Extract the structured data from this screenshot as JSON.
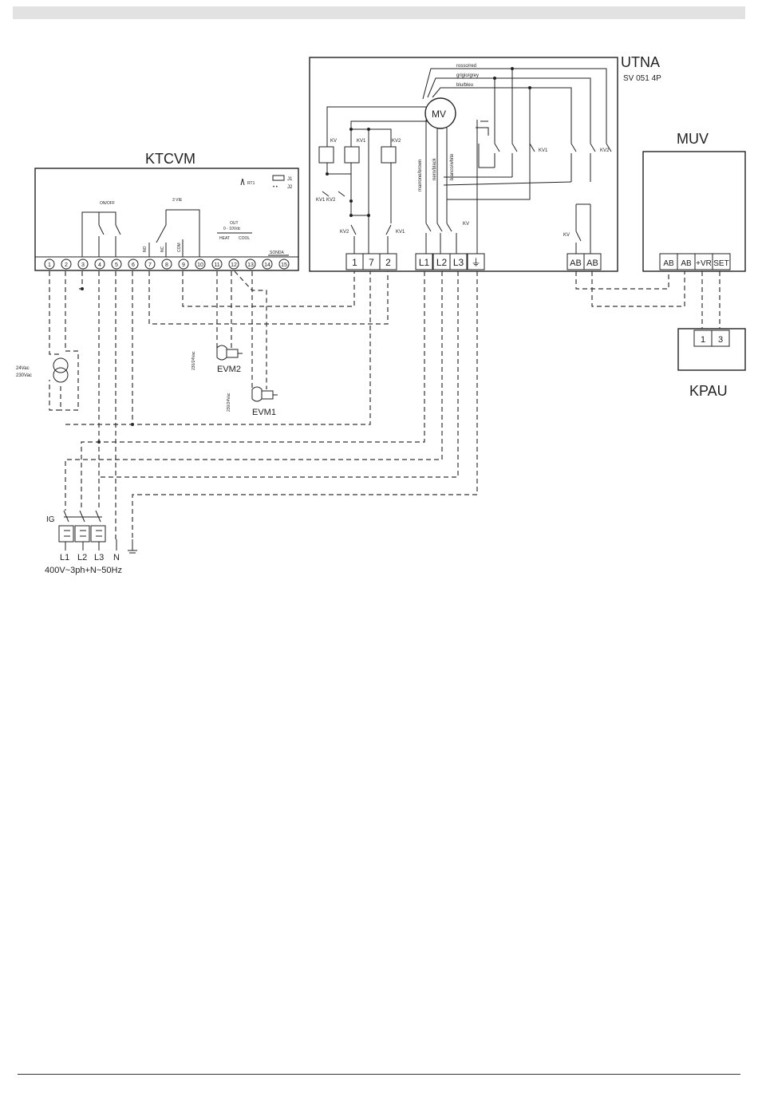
{
  "diagram": {
    "ktcvm": {
      "title": "KTCVM",
      "terminals": [
        "1",
        "2",
        "3",
        "4",
        "5",
        "6",
        "7",
        "8",
        "9",
        "10",
        "11",
        "12",
        "13",
        "14",
        "15"
      ],
      "labels": {
        "on_off": "ON/OFF",
        "three_vie": "3 VIE",
        "out": "OUT",
        "zero_ten": "0 - 10Vdc",
        "heat": "HEAT",
        "cool": "COOL",
        "sonda": "SONDA",
        "j1": "J1",
        "j2": "J2",
        "rt": "RT1",
        "t7": "NO",
        "t8": "NC",
        "t9": "COM"
      }
    },
    "utna": {
      "title": "UTNA",
      "subtitle": "SV 051 4P",
      "motor": "MV",
      "wires": [
        "rosso/red",
        "grigio/grey",
        "blu/bleu",
        "marrone/brown",
        "nero/black",
        "bianco/white"
      ],
      "relays": [
        "KV",
        "KV1",
        "KV2"
      ],
      "contacts": {
        "kv1": "KV1",
        "kv2": "KV2",
        "kv": "KV",
        "kv1_kv2": "KV1 KV2"
      },
      "terminals": [
        "1",
        "7",
        "2",
        "L1",
        "L2",
        "L3",
        "⏚"
      ],
      "ab_terminals": [
        "AB",
        "AB"
      ]
    },
    "muv": {
      "title": "MUV",
      "terminals": [
        "AB",
        "AB",
        "+VR",
        "SET"
      ]
    },
    "kpau": {
      "title": "KPAU",
      "terminals": [
        "1",
        "3"
      ]
    },
    "transformer": {
      "top": "24Vac",
      "bottom": "230Vac"
    },
    "valves": [
      {
        "name": "EVM2",
        "spec": "230/24Vac"
      },
      {
        "name": "EVM1",
        "spec": "230/24Vac"
      }
    ],
    "supply": {
      "breaker": "IG",
      "lines": [
        "L1",
        "L2",
        "L3",
        "N",
        "⏚"
      ],
      "rating": "400V~3ph+N~50Hz"
    }
  }
}
